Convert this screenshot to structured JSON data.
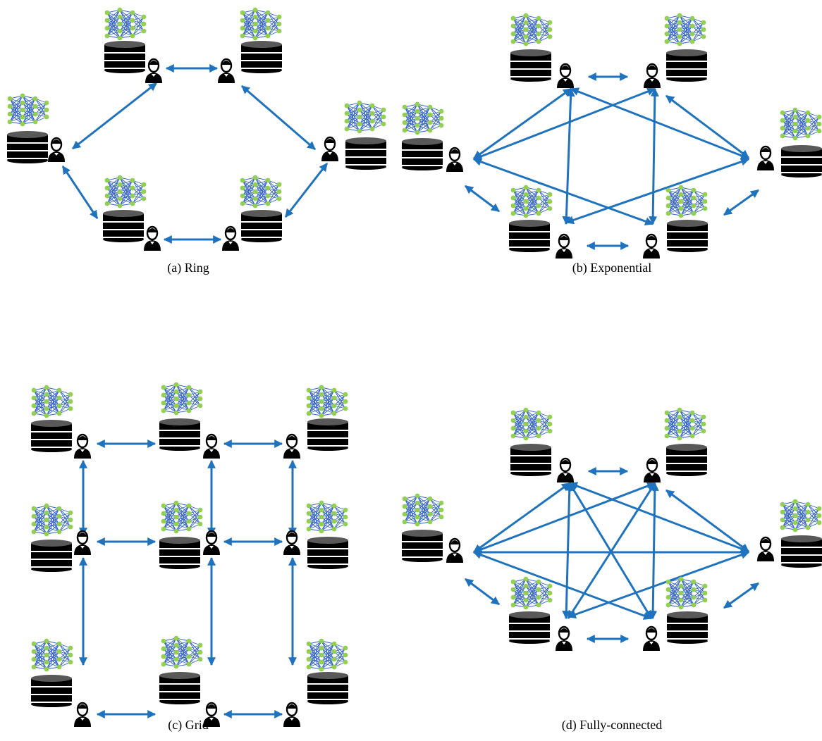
{
  "colors": {
    "edge": "#1f73be",
    "nn_node": "#92d050",
    "nn_edge": "#2e5fc4",
    "db_top": "#595959",
    "db_body": "#000000",
    "user": "#000000"
  },
  "icons": {
    "node_model": "neural-network-icon",
    "node_data": "database-icon",
    "node_client": "user-icon",
    "edge": "double-headed-arrow"
  },
  "panels": [
    {
      "id": "ring",
      "caption": "(a) Ring",
      "nodes": [
        "n1",
        "n2",
        "n3",
        "n4",
        "n5",
        "n6"
      ],
      "edges": [
        [
          "n1",
          "n2"
        ],
        [
          "n2",
          "n3"
        ],
        [
          "n3",
          "n4"
        ],
        [
          "n4",
          "n5"
        ],
        [
          "n5",
          "n6"
        ],
        [
          "n6",
          "n1"
        ]
      ]
    },
    {
      "id": "exponential",
      "caption": "(b) Exponential",
      "nodes": [
        "n1",
        "n2",
        "n3",
        "n4",
        "n5",
        "n6"
      ],
      "edges": [
        [
          "n1",
          "n2"
        ],
        [
          "n2",
          "n3"
        ],
        [
          "n3",
          "n4"
        ],
        [
          "n4",
          "n5"
        ],
        [
          "n5",
          "n6"
        ],
        [
          "n6",
          "n1"
        ],
        [
          "n1",
          "n3"
        ],
        [
          "n1",
          "n5"
        ],
        [
          "n2",
          "n4"
        ],
        [
          "n2",
          "n6"
        ],
        [
          "n3",
          "n5"
        ],
        [
          "n4",
          "n6"
        ]
      ]
    },
    {
      "id": "grid",
      "caption": "(c) Grid",
      "nodes": [
        "r1c1",
        "r1c2",
        "r1c3",
        "r2c1",
        "r2c2",
        "r2c3",
        "r3c1",
        "r3c2",
        "r3c3"
      ],
      "edges": [
        [
          "r1c1",
          "r1c2"
        ],
        [
          "r1c2",
          "r1c3"
        ],
        [
          "r2c1",
          "r2c2"
        ],
        [
          "r2c2",
          "r2c3"
        ],
        [
          "r3c1",
          "r3c2"
        ],
        [
          "r3c2",
          "r3c3"
        ],
        [
          "r1c1",
          "r2c1"
        ],
        [
          "r2c1",
          "r3c1"
        ],
        [
          "r1c2",
          "r2c2"
        ],
        [
          "r2c2",
          "r3c2"
        ],
        [
          "r1c3",
          "r2c3"
        ],
        [
          "r2c3",
          "r3c3"
        ]
      ]
    },
    {
      "id": "fully-connected",
      "caption": "(d) Fully-connected",
      "nodes": [
        "n1",
        "n2",
        "n3",
        "n4",
        "n5",
        "n6"
      ],
      "edges": [
        [
          "n1",
          "n2"
        ],
        [
          "n1",
          "n3"
        ],
        [
          "n1",
          "n4"
        ],
        [
          "n1",
          "n5"
        ],
        [
          "n1",
          "n6"
        ],
        [
          "n2",
          "n3"
        ],
        [
          "n2",
          "n4"
        ],
        [
          "n2",
          "n5"
        ],
        [
          "n2",
          "n6"
        ],
        [
          "n3",
          "n4"
        ],
        [
          "n3",
          "n5"
        ],
        [
          "n3",
          "n6"
        ],
        [
          "n4",
          "n5"
        ],
        [
          "n4",
          "n6"
        ],
        [
          "n5",
          "n6"
        ]
      ]
    }
  ]
}
